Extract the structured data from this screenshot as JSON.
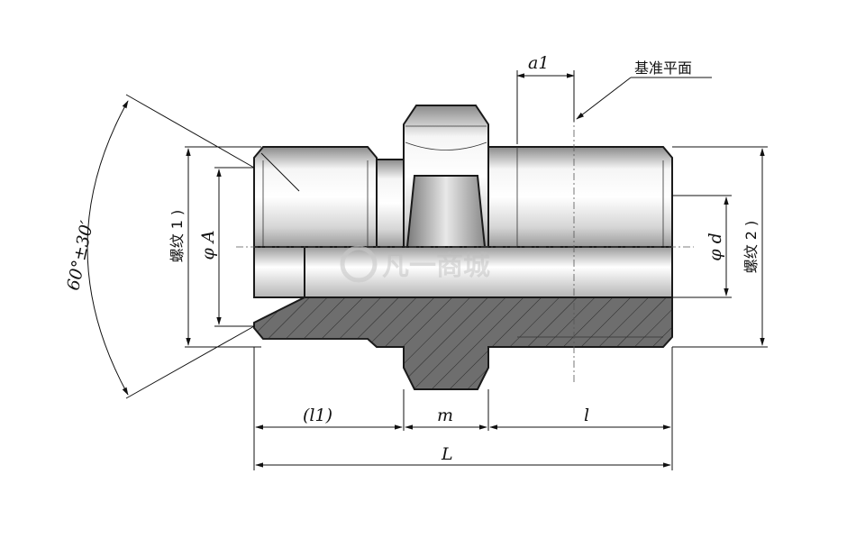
{
  "labels": {
    "a1": "a1",
    "datum": "基准平面",
    "thread1": "螺纹 1 )",
    "thread2": "螺纹 2 )",
    "phiA": "φ A",
    "phid": "φ d",
    "angle": "60°±30′",
    "l1": "(l1)",
    "m": "m",
    "l": "l",
    "L": "L"
  },
  "watermark": "凡一商城",
  "colors": {
    "section": "#6e6e6e",
    "line": "#111111"
  }
}
